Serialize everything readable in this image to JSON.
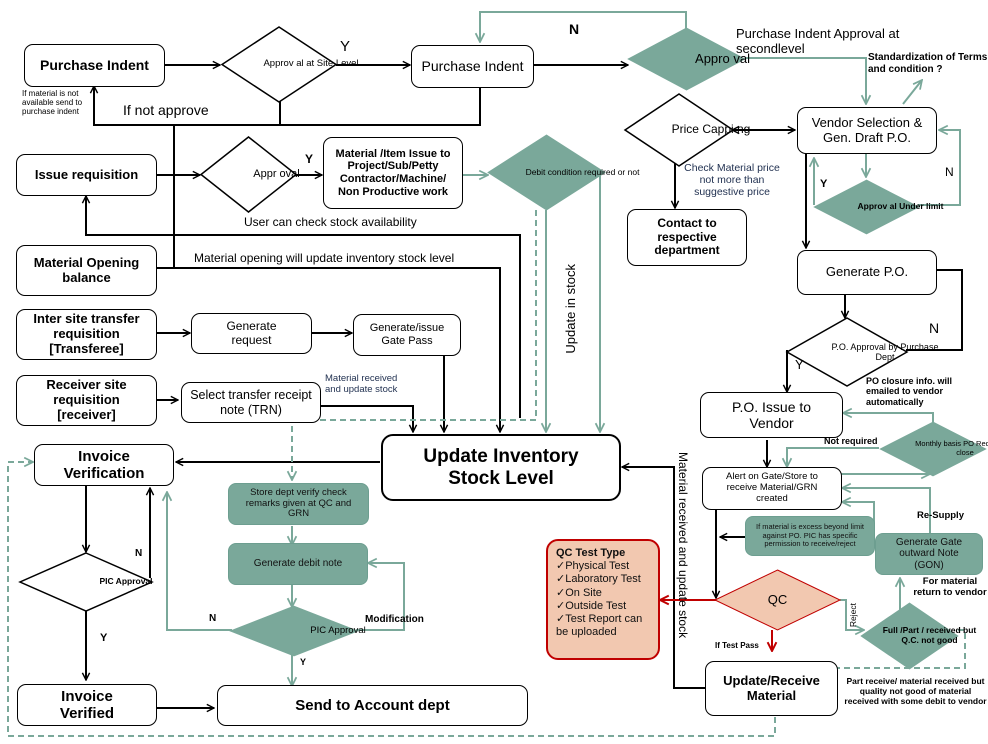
{
  "colors": {
    "teal_fill": "#7aa89a",
    "teal_line": "#7aa89a",
    "qc_fill": "#f2c8b0",
    "qc_border": "#c00000",
    "black": "#000000"
  },
  "nodes": {
    "purchase_indent_1": "Purchase Indent",
    "approval_site_level": "Approv al at Site Level",
    "purchase_indent_2": "Purchase Indent",
    "approval_second": "Appro val",
    "price_capping": "Price Cappi ng",
    "vendor_selection": "Vendor Selection & Gen. Draft P.O.",
    "approval_under_limit": "Approv al Under limit",
    "contact_department": "Contact to respective department",
    "issue_requisition": "Issue requisition",
    "approval_issue": "Appr oval",
    "material_item_issue": "Material /Item Issue to Project/Sub/Petty Contractor/Machine/ Non Productive work",
    "debit_condition": "Debit condition required or not",
    "material_opening_balance": "Material Opening balance",
    "inter_site_transfer": "Inter site transfer requisition [Transferee]",
    "generate_request": "Generate request",
    "generate_gate_pass": "Generate/issue Gate Pass",
    "receiver_site_requisition": "Receiver site requisition [receiver]",
    "select_trn": "Select transfer receipt note (TRN)",
    "generate_po": "Generate P.O.",
    "po_approval": "P.O. Approval by Purchase Dept",
    "po_issue_vendor": "P.O. Issue to Vendor",
    "monthly_po_close": "Monthly basis PO Required to close",
    "alert_gate_store": "Alert on Gate/Store to receive Material/GRN created",
    "excess_material": "If material is excess beyond limit against PO. PIC has specific permission to receive/reject",
    "generate_gon": "Generate Gate outward Note (GON)",
    "qc": "QC",
    "full_part_received": "Full /Part / received but Q.C. not good",
    "update_receive_material": "Update/Receive Material",
    "update_inventory": "Update Inventory Stock Level",
    "invoice_verification": "Invoice Verification",
    "pic_approval_invoice": "PIC Approval",
    "invoice_verified": "Invoice Verified",
    "store_verify": "Store dept verify check remarks given at QC and GRN",
    "generate_debit_note": "Generate debit note",
    "pic_approval_debit": "PIC Approval",
    "send_account": "Send to Account dept"
  },
  "qc_test": {
    "title": "QC Test Type",
    "items": [
      "Physical Test",
      "Laboratory Test",
      "On Site",
      "Outside Test",
      "Test Report can be uploaded"
    ],
    "check_glyph": "✓"
  },
  "labels": {
    "y_site": "Y",
    "n_top": "N",
    "pi_approval_second": "Purchase Indent Approval at secondlevel",
    "standardization": "Standardization of Terms and condition ?",
    "not_available": "If material is not available send to purchase indent",
    "if_not_approve": "If not approve",
    "y_issue": "Y",
    "user_check_stock": "User can check stock availability",
    "check_price": "Check Material price not more than suggestive price",
    "y_under_limit": "Y",
    "n_under_limit": "N",
    "material_opening_update": "Material opening  will update inventory stock level",
    "update_in_stock": "Update in stock",
    "n_po": "N",
    "y_po": "Y",
    "material_received_update": "Material received and update stock",
    "po_closure": "PO closure  info. will emailed to vendor automatically",
    "not_required": "Not required",
    "material_received_vertical": "Material received and update stock",
    "re_supply": "Re-Supply",
    "for_return": "For material return to vendor",
    "reject": "Reject",
    "if_test_pass": "If Test Pass",
    "part_receive": "Part receive/ material received but quality not good of material received with some debit to vendor",
    "n_invoice": "N",
    "y_invoice": "Y",
    "n_debit": "N",
    "modification": "Modification",
    "y_debit": "Y"
  }
}
